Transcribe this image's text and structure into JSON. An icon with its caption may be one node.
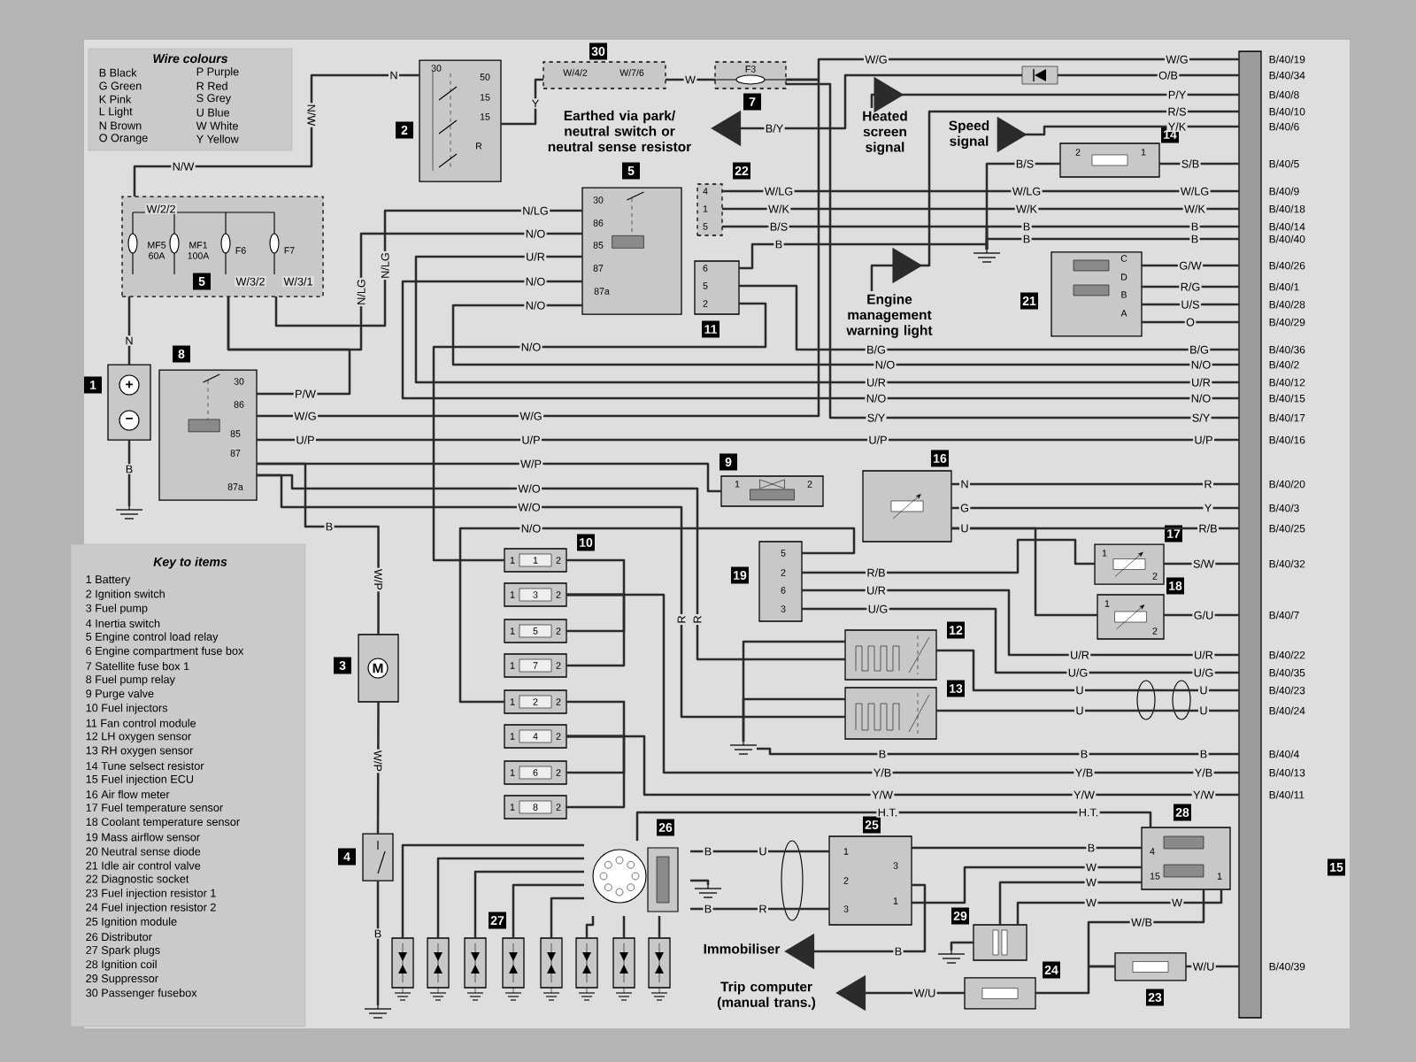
{
  "diagram": {
    "nodes": [
      {
        "text": [
          "Wire colours",
          "B Black",
          "G Green",
          "K Pink",
          "L Light",
          "N Brown",
          "O Orange",
          "P Purple",
          "R Red",
          "S Grey",
          "U Blue",
          "W White",
          "Y Yellow"
        ]
      },
      {
        "text": [
          "MF5 60A",
          "MF1 100A",
          "F6",
          "F7",
          "5"
        ]
      },
      {
        "text": [
          "1",
          "+",
          "−"
        ]
      },
      {
        "text": [
          "2",
          "30",
          "50",
          "15",
          "15",
          "R"
        ]
      },
      {
        "text": [
          "30",
          "W/4/2",
          "W/7/6"
        ]
      },
      {
        "text": [
          "F3",
          "7"
        ]
      },
      {
        "text": [
          "5",
          "30",
          "86",
          "85",
          "87",
          "87a"
        ]
      },
      {
        "text": [
          "8",
          "30",
          "86",
          "85",
          "87",
          "87a"
        ]
      },
      {
        "text": [
          "6",
          "5",
          "2",
          "11"
        ]
      },
      {
        "text": [
          "22",
          "4",
          "1",
          "5"
        ]
      },
      {
        "text": [
          "14",
          "2",
          "1"
        ]
      },
      {
        "text": [
          "21",
          "C",
          "D",
          "B",
          "A"
        ]
      },
      {
        "text": [
          "9",
          "1",
          "2"
        ]
      },
      {
        "text": [
          "16"
        ]
      },
      {
        "text": [
          "19",
          "5",
          "2",
          "6",
          "3"
        ]
      },
      {
        "text": [
          "17",
          "1",
          "2"
        ]
      },
      {
        "text": [
          "18",
          "1",
          "2"
        ]
      },
      {
        "text": [
          "12"
        ]
      },
      {
        "text": [
          "13"
        ]
      },
      {
        "text": [
          "1",
          "1",
          "2"
        ]
      },
      {
        "text": [
          "1",
          "3",
          "2"
        ]
      },
      {
        "text": [
          "1",
          "5",
          "2"
        ]
      },
      {
        "text": [
          "1",
          "7",
          "2"
        ]
      },
      {
        "text": [
          "1",
          "2",
          "2"
        ]
      },
      {
        "text": [
          "1",
          "4",
          "2"
        ]
      },
      {
        "text": [
          "1",
          "6",
          "2"
        ]
      },
      {
        "text": [
          "1",
          "8",
          "2"
        ]
      },
      {
        "text": [
          "3",
          "M"
        ]
      },
      {
        "text": [
          "4"
        ]
      },
      {
        "text": [
          "26"
        ]
      },
      {
        "text": [],
        "shape": "box"
      },
      {
        "text": [],
        "shape": "box"
      },
      {
        "text": [],
        "shape": "box"
      },
      {
        "text": [],
        "shape": "box"
      },
      {
        "text": [],
        "shape": "box"
      },
      {
        "text": [],
        "shape": "box"
      },
      {
        "text": [],
        "shape": "box"
      },
      {
        "text": [],
        "shape": "box"
      },
      {
        "text": [
          "25",
          "1",
          "2",
          "3",
          "3",
          "1"
        ]
      },
      {
        "text": [
          "28",
          "4",
          "15",
          "1"
        ]
      },
      {
        "text": [
          "29"
        ]
      },
      {
        "text": [
          "24"
        ]
      },
      {
        "text": [
          "23"
        ]
      },
      {
        "text": [
          "15"
        ]
      },
      {
        "text": [],
        "shape": "diode"
      },
      {
        "text": [
          "Earthed via park/ neutral switch or neutral sense resistor"
        ]
      },
      {
        "text": [
          "Heated screen signal"
        ]
      },
      {
        "text": [
          "Speed signal"
        ]
      },
      {
        "text": [
          "Engine management warning light"
        ]
      },
      {
        "text": [
          "Immobiliser"
        ]
      },
      {
        "text": [
          "Trip computer (manual trans.)"
        ]
      },
      {
        "text": [
          "Key to items",
          "1 Battery",
          "2 Ignition switch",
          "3 Fuel pump",
          "4 Inertia switch",
          "5 Engine control load relay",
          "6 Engine compartment fuse box",
          "7 Satellite fuse box 1",
          "8 Fuel pump relay",
          "9 Purge valve",
          "10 Fuel injectors",
          "11 Fan control module",
          "12 LH oxygen sensor",
          "13 RH oxygen sensor",
          "14 Tune selsect resistor",
          "15 Fuel injection ECU",
          "16 Air flow meter",
          "17 Fuel temperature sensor",
          "18 Coolant temperature sensor",
          "19 Mass airflow sensor",
          "20 Neutral sense diode",
          "21 Idle air control valve",
          "22 Diagnostic socket",
          "23 Fuel injection resistor 1",
          "24 Fuel injection resistor 2",
          "25 Ignition module",
          "26 Distributor",
          "27 Spark plugs",
          "28 Ignition coil",
          "29 Suppressor",
          "30 Passenger fusebox"
        ]
      },
      {
        "text": [],
        "shape": "ground"
      },
      {
        "text": [],
        "shape": "ground"
      },
      {
        "text": [],
        "shape": "ground"
      },
      {
        "text": [],
        "shape": "ground"
      },
      {
        "text": [],
        "shape": "ground"
      },
      {
        "text": [],
        "shape": "ground"
      }
    ],
    "edges": [
      {
        "from": 1,
        "to": 3,
        "arrow": "none",
        "label": "N/W"
      },
      {
        "from": 3,
        "to": 4,
        "arrow": "none",
        "label": "Y"
      },
      {
        "from": 4,
        "to": 5,
        "arrow": "none",
        "label": "W"
      },
      {
        "from": 5,
        "to": 43,
        "arrow": "none",
        "label": "W/G"
      },
      {
        "from": 5,
        "to": 7,
        "arrow": "none",
        "label": "W/G"
      },
      {
        "from": 44,
        "to": 43,
        "arrow": "none",
        "label": "O/B"
      },
      {
        "from": 44,
        "to": 45,
        "arrow": "to",
        "label": "B/Y"
      },
      {
        "from": 46,
        "to": 43,
        "arrow": "to",
        "label": "P/Y"
      },
      {
        "from": 48,
        "to": 43,
        "arrow": "to",
        "label": "R/S"
      },
      {
        "from": 47,
        "to": 43,
        "arrow": "to",
        "label": "Y/K"
      },
      {
        "from": 10,
        "to": 43,
        "arrow": "none",
        "label": "S/B"
      },
      {
        "from": 10,
        "to": 52,
        "arrow": "none",
        "label": "B/S"
      },
      {
        "from": 9,
        "to": 43,
        "arrow": "none",
        "label": "W/LG"
      },
      {
        "from": 9,
        "to": 43,
        "arrow": "none",
        "label": "W/K"
      },
      {
        "from": 9,
        "to": 52,
        "arrow": "none",
        "label": "B/S"
      },
      {
        "from": 52,
        "to": 43,
        "arrow": "none",
        "label": "B"
      },
      {
        "from": 52,
        "to": 43,
        "arrow": "none",
        "label": "B"
      },
      {
        "from": 8,
        "to": 52,
        "arrow": "none",
        "label": "B"
      },
      {
        "from": 11,
        "to": 43,
        "arrow": "none",
        "label": "G/W"
      },
      {
        "from": 11,
        "to": 43,
        "arrow": "none",
        "label": "R/G"
      },
      {
        "from": 11,
        "to": 43,
        "arrow": "none",
        "label": "U/S"
      },
      {
        "from": 11,
        "to": 43,
        "arrow": "none",
        "label": "O"
      },
      {
        "from": 8,
        "to": 43,
        "arrow": "none",
        "label": "B/G"
      },
      {
        "from": 8,
        "to": 19,
        "arrow": "none",
        "label": "N/O"
      },
      {
        "from": 1,
        "to": 6,
        "arrow": "none",
        "label": "N/LG"
      },
      {
        "from": 1,
        "to": 6,
        "arrow": "none",
        "label": "N/O"
      },
      {
        "from": 6,
        "to": 43,
        "arrow": "none",
        "label": "U/R"
      },
      {
        "from": 6,
        "to": 43,
        "arrow": "none",
        "label": "N/O"
      },
      {
        "from": 6,
        "to": 43,
        "arrow": "none",
        "label": "N/O"
      },
      {
        "from": 7,
        "to": 1,
        "arrow": "none",
        "label": "P/W"
      },
      {
        "from": 7,
        "to": 43,
        "arrow": "none",
        "label": "U/P"
      },
      {
        "from": 7,
        "to": 12,
        "arrow": "none",
        "label": "W/P"
      },
      {
        "from": 7,
        "to": 27,
        "arrow": "none",
        "label": "W/P"
      },
      {
        "from": 27,
        "to": 28,
        "arrow": "none",
        "label": "W/P"
      },
      {
        "from": 28,
        "to": 55,
        "arrow": "none",
        "label": "B"
      },
      {
        "from": 7,
        "to": 17,
        "arrow": "none",
        "label": "W/O"
      },
      {
        "from": 7,
        "to": 18,
        "arrow": "none",
        "label": "W/O"
      },
      {
        "from": 14,
        "to": 23,
        "arrow": "none",
        "label": "N/O"
      },
      {
        "from": 13,
        "to": 43,
        "arrow": "none",
        "label": "N"
      },
      {
        "from": 13,
        "to": 43,
        "arrow": "none",
        "label": "G"
      },
      {
        "from": 13,
        "to": 43,
        "arrow": "none",
        "label": "U"
      },
      {
        "from": 14,
        "to": 15,
        "arrow": "none",
        "label": "R/B"
      },
      {
        "from": 13,
        "to": 16,
        "arrow": "none"
      },
      {
        "from": 15,
        "to": 43,
        "arrow": "none",
        "label": "S/W"
      },
      {
        "from": 16,
        "to": 43,
        "arrow": "none",
        "label": "G/U"
      },
      {
        "from": 14,
        "to": 43,
        "arrow": "none",
        "label": "U/R"
      },
      {
        "from": 14,
        "to": 43,
        "arrow": "none",
        "label": "U/G"
      },
      {
        "from": 17,
        "to": 43,
        "arrow": "none",
        "label": "U"
      },
      {
        "from": 18,
        "to": 43,
        "arrow": "none",
        "label": "U"
      },
      {
        "from": 17,
        "to": 54,
        "arrow": "none"
      },
      {
        "from": 18,
        "to": 54,
        "arrow": "none"
      },
      {
        "from": 54,
        "to": 43,
        "arrow": "none",
        "label": "B"
      },
      {
        "from": 20,
        "to": 43,
        "arrow": "none",
        "label": "Y/B"
      },
      {
        "from": 24,
        "to": 43,
        "arrow": "none",
        "label": "Y/W"
      },
      {
        "from": 29,
        "to": 39,
        "arrow": "none",
        "label": "H.T."
      },
      {
        "from": 29,
        "to": 38,
        "arrow": "none",
        "label": "U"
      },
      {
        "from": 29,
        "to": 38,
        "arrow": "none",
        "label": "R"
      },
      {
        "from": 29,
        "to": 56,
        "arrow": "none"
      },
      {
        "from": 29,
        "to": 30,
        "arrow": "none"
      },
      {
        "from": 29,
        "to": 31,
        "arrow": "none"
      },
      {
        "from": 29,
        "to": 32,
        "arrow": "none"
      },
      {
        "from": 29,
        "to": 33,
        "arrow": "none"
      },
      {
        "from": 29,
        "to": 34,
        "arrow": "none"
      },
      {
        "from": 29,
        "to": 35,
        "arrow": "none"
      },
      {
        "from": 29,
        "to": 36,
        "arrow": "none"
      },
      {
        "from": 29,
        "to": 37,
        "arrow": "none"
      },
      {
        "from": 38,
        "to": 39,
        "arrow": "none",
        "label": "B"
      },
      {
        "from": 38,
        "to": 39,
        "arrow": "none",
        "label": "W"
      },
      {
        "from": 40,
        "to": 39,
        "arrow": "none",
        "label": "W"
      },
      {
        "from": 40,
        "to": 57,
        "arrow": "none"
      },
      {
        "from": 39,
        "to": 40,
        "arrow": "none",
        "label": "W"
      },
      {
        "from": 39,
        "to": 42,
        "arrow": "none",
        "label": "W/B"
      },
      {
        "from": 42,
        "to": 43,
        "arrow": "none",
        "label": "W/U"
      },
      {
        "from": 41,
        "to": 42,
        "arrow": "none"
      },
      {
        "from": 41,
        "to": 50,
        "arrow": "to",
        "label": "W/U"
      },
      {
        "from": 38,
        "to": 49,
        "arrow": "to",
        "label": "B"
      },
      {
        "from": 2,
        "to": 1,
        "arrow": "none",
        "label": "N"
      },
      {
        "from": 2,
        "to": 53,
        "arrow": "none",
        "label": "B"
      },
      {
        "from": 5,
        "to": 43,
        "arrow": "none",
        "label": "S/Y"
      },
      {
        "from": 19,
        "to": 20,
        "arrow": "none"
      },
      {
        "from": 21,
        "to": 20,
        "arrow": "none"
      },
      {
        "from": 22,
        "to": 20,
        "arrow": "none"
      },
      {
        "from": 23,
        "to": 24,
        "arrow": "none"
      },
      {
        "from": 25,
        "to": 24,
        "arrow": "none"
      },
      {
        "from": 26,
        "to": 24,
        "arrow": "none"
      }
    ],
    "labels": [
      "W/2/2",
      "W/3/2",
      "W/3/1",
      "N/W",
      "N",
      "N/LG",
      "N/LG",
      "W/G",
      "W/LG",
      "W/LG",
      "W/K",
      "W/K",
      "B",
      "B",
      "B/G",
      "N/O",
      "N/O",
      "U/R",
      "U/R",
      "N/O",
      "N/O",
      "W/G",
      "S/Y",
      "U/P",
      "U/P",
      "U/P",
      "B",
      "R",
      "Y",
      "R/B",
      "R",
      "R",
      "U/R",
      "U/R",
      "U/G",
      "U/G",
      "U",
      "U",
      "B",
      "B",
      "Y/B",
      "Y/B",
      "Y/W",
      "Y/W",
      "H.T.",
      "B",
      "B",
      "W",
      "10",
      "27",
      "B/40/19",
      "B/40/34",
      "B/40/8",
      "B/40/10",
      "B/40/6",
      "B/40/5",
      "B/40/9",
      "B/40/18",
      "B/40/14",
      "B/40/40",
      "B/40/26",
      "B/40/1",
      "B/40/28",
      "B/40/29",
      "B/40/36",
      "B/40/2",
      "B/40/12",
      "B/40/15",
      "B/40/17",
      "B/40/16",
      "B/40/20",
      "B/40/3",
      "B/40/25",
      "B/40/32",
      "B/40/7",
      "B/40/22",
      "B/40/35",
      "B/40/23",
      "B/40/24",
      "B/40/4",
      "B/40/13",
      "B/40/11",
      "B/40/39"
    ]
  }
}
